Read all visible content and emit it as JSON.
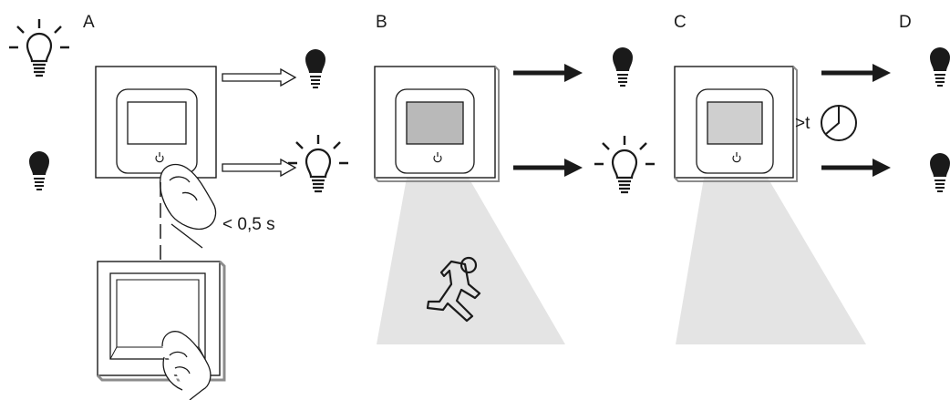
{
  "panels": [
    {
      "id": "A",
      "label": "A"
    },
    {
      "id": "B",
      "label": "B"
    },
    {
      "id": "C",
      "label": "C"
    },
    {
      "id": "D",
      "label": "D"
    }
  ],
  "annotations": {
    "press_duration": "< 0,5 s",
    "timeout": ">t"
  },
  "colors": {
    "line": "#1a1a1a",
    "detector_cone": "#e4e4e4",
    "lens_active": "#b9b9b9",
    "lens_idle": "#cfcfcf",
    "frame_shadow": "#8c8c8c"
  }
}
